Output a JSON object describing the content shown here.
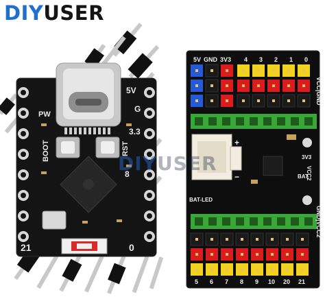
{
  "brand": {
    "logo_prefix": "DIY",
    "logo_suffix": "USER",
    "accent_color": "#1e6fd0"
  },
  "watermark": {
    "prefix": "DIY",
    "suffix": "USER"
  },
  "left_board": {
    "label_5v": "5V",
    "label_g": "G",
    "label_33": "3.3",
    "label_pw": "PW",
    "label_boot": "BOOT",
    "label_rst": "RST",
    "label_8": "8",
    "label_21": "21",
    "label_0": "0",
    "board_color": "#141414"
  },
  "right_board": {
    "top_headers": [
      "5V",
      "GND",
      "3V3",
      "4",
      "3",
      "2",
      "1",
      "0"
    ],
    "side_top": "VCC|GND",
    "side_bottom": "GND|VCC2",
    "label_vcc2": "VCC2",
    "label_3v3": "3V3",
    "label_bat": "BAT",
    "label_batled": "BAT-LED",
    "label_minus": "−",
    "label_plus": "+",
    "bottom_headers": [
      "5",
      "6",
      "7",
      "8",
      "9",
      "10",
      "20",
      "21"
    ],
    "pin_colors": {
      "blue": "#2459d8",
      "red": "#dc1c1c",
      "yellow": "#f2d21a",
      "black": "#1a1a1a",
      "green": "#3aa838"
    }
  }
}
